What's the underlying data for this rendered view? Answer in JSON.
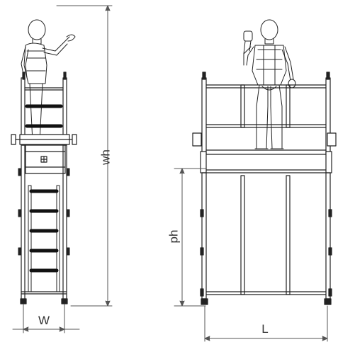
{
  "dimensions": {
    "working_height": "wh",
    "width": "W",
    "platform_height": "ph",
    "length": "L"
  },
  "colors": {
    "line": "#222222",
    "dimension": "#555555",
    "rung": "#111111",
    "background": "#ffffff"
  }
}
